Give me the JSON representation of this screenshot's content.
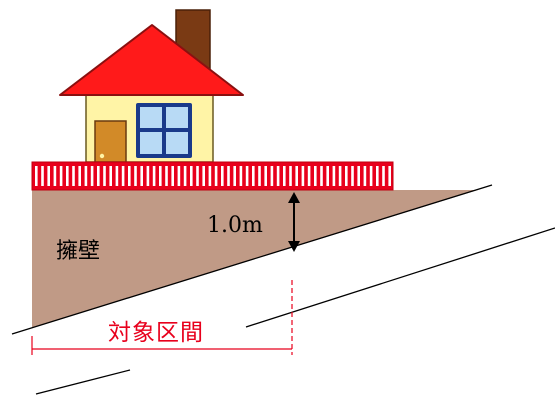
{
  "labels": {
    "retaining_wall": "擁壁",
    "height": "1.0m",
    "target_section": "対象区間"
  },
  "colors": {
    "slope_fill": "#c09a86",
    "roof": "#ff1a1a",
    "roof_outline": "#8a1010",
    "chimney": "#7a3a14",
    "wall": "#fff4a6",
    "door": "#d28a28",
    "window_frame": "#1a3a8a",
    "window_glass": "#b8daf5",
    "fence_red": "#e8001c",
    "fence_white": "#ffffff",
    "section_red": "#e8001c",
    "line": "#000000"
  }
}
